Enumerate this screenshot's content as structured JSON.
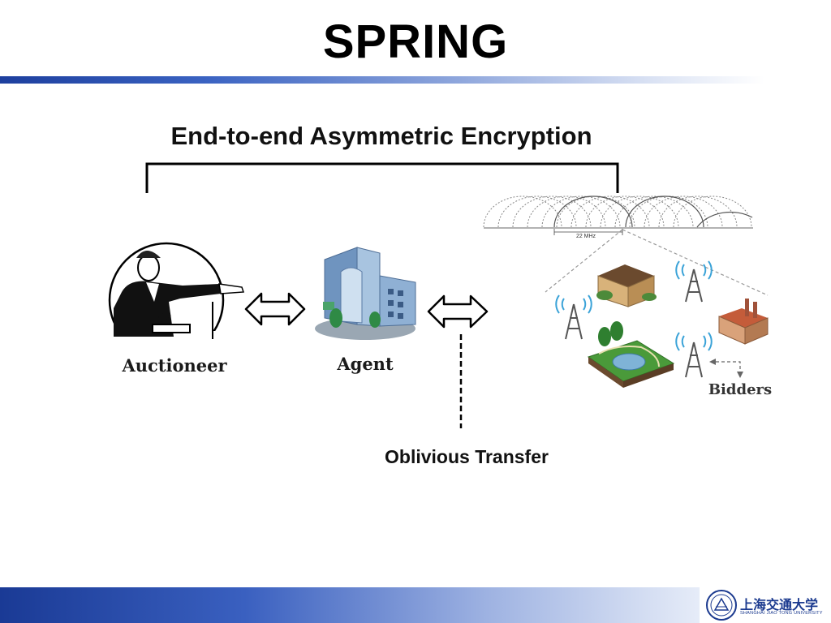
{
  "slide": {
    "title": "SPRING",
    "heading": "End-to-end Asymmetric Encryption",
    "oblivious_transfer": "Oblivious Transfer"
  },
  "figure": {
    "auctioneer_label": "Auctioneer",
    "agent_label": "Agent",
    "bidders_label": "Bidders",
    "bandwidth_label": "22 MHz"
  },
  "footer": {
    "university_cn": "上海交通大学",
    "university_en": "SHANGHAI JIAO TONG UNIVERSITY"
  },
  "colors": {
    "brand_blue": "#1d3f9e",
    "text": "#000000"
  }
}
